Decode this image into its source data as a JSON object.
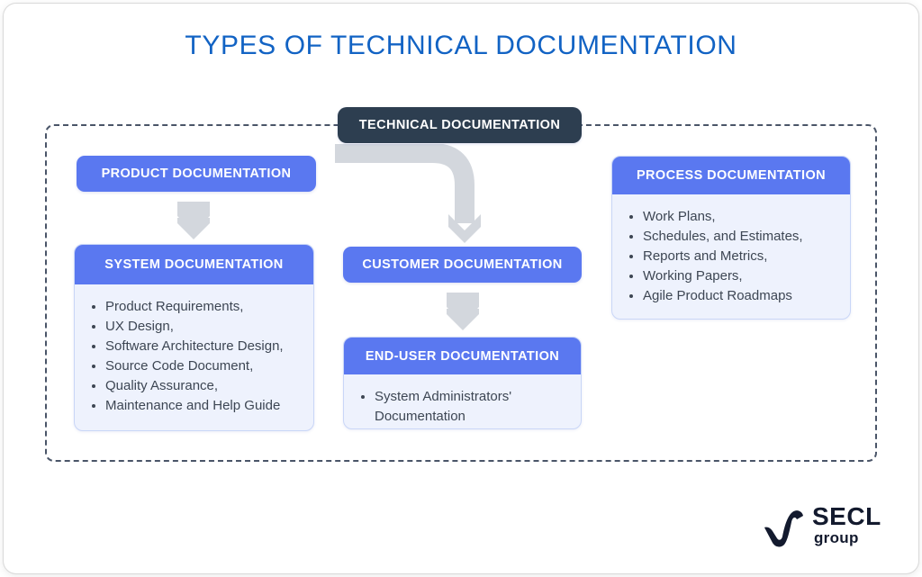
{
  "title": "TYPES OF TECHNICAL DOCUMENTATION",
  "root": {
    "label": "TECHNICAL DOCUMENTATION"
  },
  "nodes": {
    "product": {
      "label": "PRODUCT DOCUMENTATION"
    },
    "system": {
      "label": "SYSTEM DOCUMENTATION",
      "items": [
        "Product Requirements,",
        "UX Design,",
        "Software Architecture Design,",
        "Source Code Document,",
        "Quality Assurance,",
        "Maintenance and Help Guide"
      ]
    },
    "customer": {
      "label": "CUSTOMER DOCUMENTATION"
    },
    "enduser": {
      "label": "END-USER DOCUMENTATION",
      "items": [
        "System Administrators' Documentation"
      ]
    },
    "process": {
      "label": "PROCESS DOCUMENTATION",
      "items": [
        "Work Plans,",
        "Schedules, and Estimates,",
        "Reports and Metrics,",
        "Working Papers,",
        "Agile Product Roadmaps"
      ]
    }
  },
  "logo": {
    "word": "SECL",
    "sub": "group"
  },
  "colors": {
    "title": "#1263c4",
    "accent_blue": "#5a78f0",
    "dark_navy": "#2d3e50",
    "card_body": "#eef2fd",
    "connector_gray": "#d3d7dd",
    "text": "#3d4653",
    "dashed_border": "#4a5568"
  }
}
